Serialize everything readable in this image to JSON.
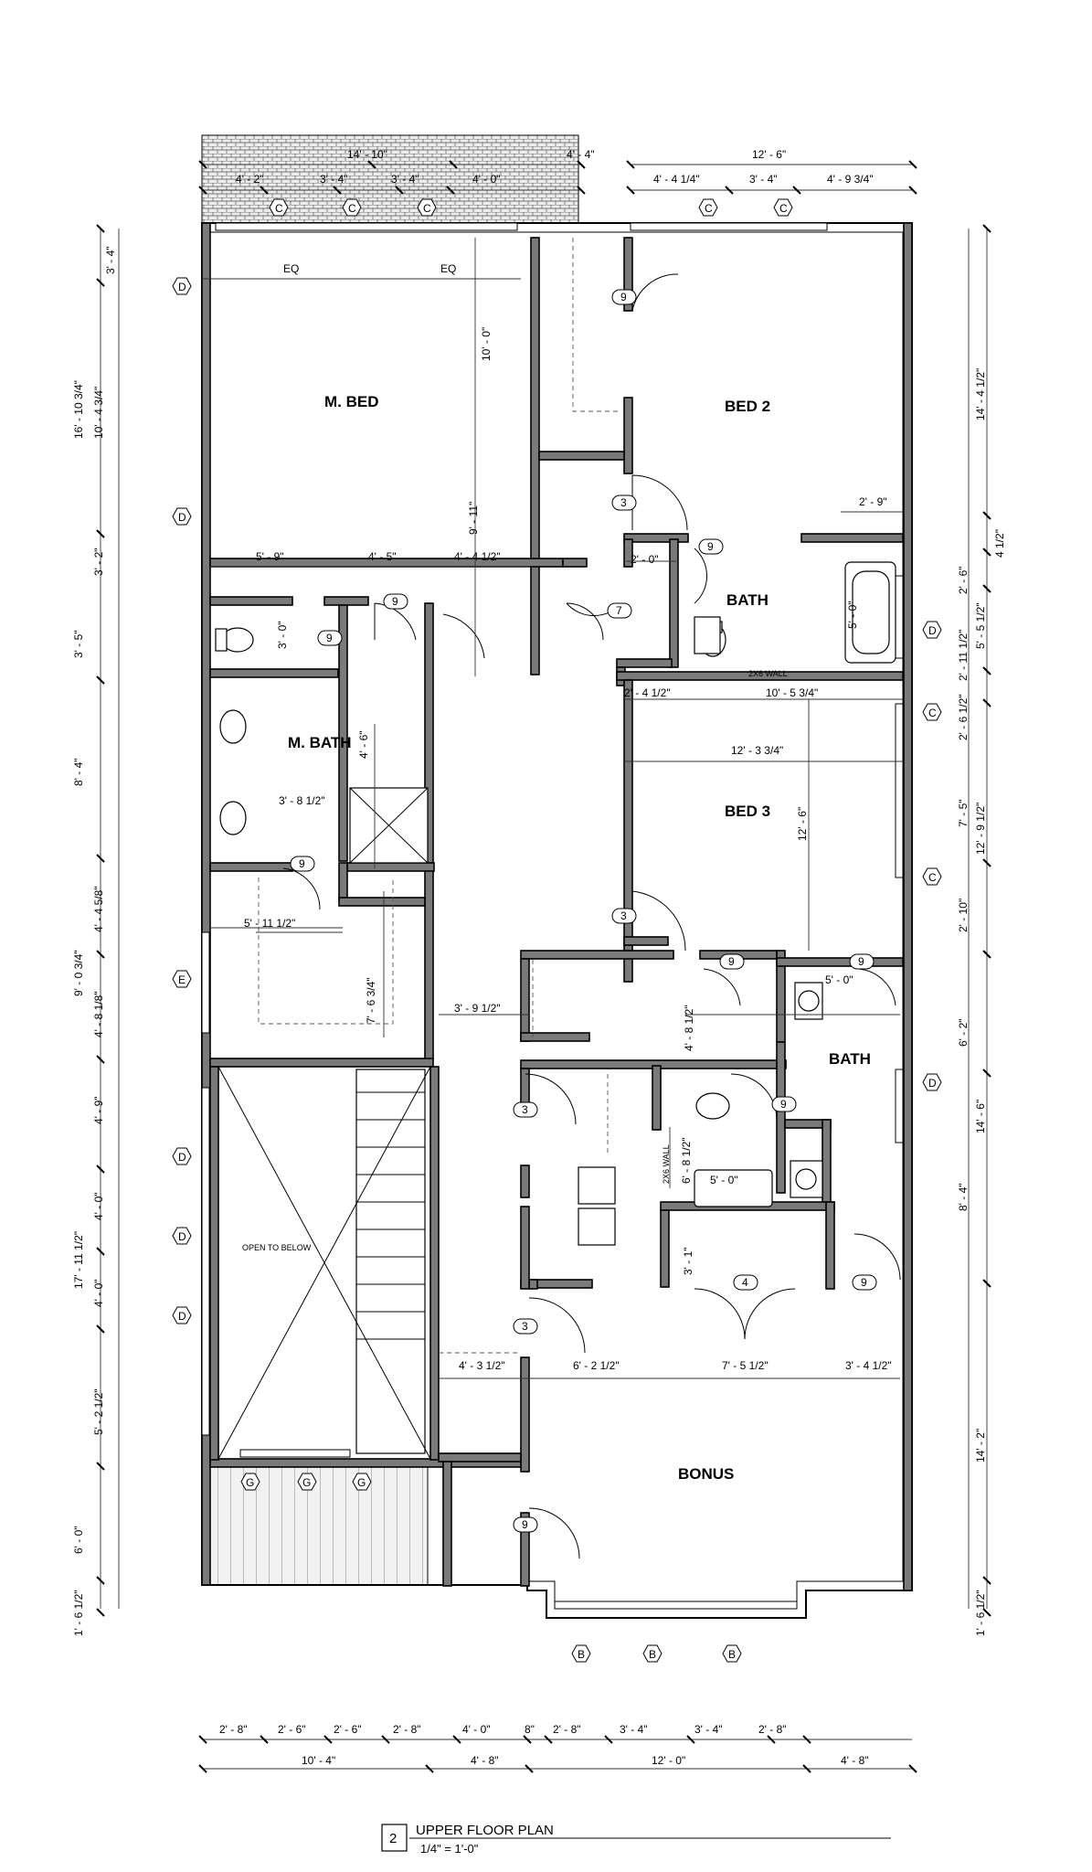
{
  "title_block": {
    "number": "2",
    "title": "UPPER FLOOR PLAN",
    "scale": "1/4\" = 1'-0\""
  },
  "rooms": {
    "m_bed": "M. BED",
    "bed_2": "BED 2",
    "bath_1": "BATH",
    "m_bath": "M. BATH",
    "bed_3": "BED 3",
    "bath_2": "BATH",
    "bonus": "BONUS",
    "open_to_below": "OPEN TO BELOW",
    "wall_2x6_h": "2X6 WALL",
    "wall_2x6_v": "2X6 WALL"
  },
  "dims": {
    "top_overall_left": "14' - 10\"",
    "top_4_2": "4' - 2\"",
    "top_3_4a": "3' - 4\"",
    "top_3_4b": "3' - 4\"",
    "top_4_0": "4' - 0\"",
    "top_4_4": "4' - 4\"",
    "top_12_6": "12' - 6\"",
    "top_4_4q": "4' - 4 1/4\"",
    "top_3_4c": "3' - 4\"",
    "top_4_9": "4' - 9 3/4\"",
    "eq1": "EQ",
    "eq2": "EQ",
    "mbed_10_0": "10' - 0\"",
    "mbed_9_11": "9' - 11\"",
    "mbed_5_9": "5' - 9\"",
    "mbed_4_5": "4' - 5\"",
    "mbed_4_4h": "4' - 4 1/2\"",
    "bed2_2_9": "2' - 9\"",
    "hall_2_0": "2' - 0\"",
    "bath_5_0": "5' - 0\"",
    "wc_3_0": "3' - 0\"",
    "mbath_4_6": "4' - 6\"",
    "mbath_3_8": "3' - 8 1/2\"",
    "bed3_2_4": "2' - 4 1/2\"",
    "bed3_10_5": "10' - 5 3/4\"",
    "bed3_12_3": "12' - 3 3/4\"",
    "bed3_12_6": "12' - 6\"",
    "closet_5_11": "5' - 11 1/2\"",
    "closet_7_6": "7' - 6 3/4\"",
    "hall_3_9": "3' - 9 1/2\"",
    "hall_4_8": "4' - 8 1/2\"",
    "bath2_5_0a": "5' - 0\"",
    "bath2_6_8": "6' - 8 1/2\"",
    "bath2_5_0b": "5' - 0\"",
    "closet_3_1": "3' - 1\"",
    "bonus_4_3": "4' - 3 1/2\"",
    "bonus_6_2": "6' - 2 1/2\"",
    "bonus_7_5": "7' - 5 1/2\"",
    "bonus_3_4": "3' - 4 1/2\"",
    "bot_2_8a": "2' - 8\"",
    "bot_2_6a": "2' - 6\"",
    "bot_2_6b": "2' - 6\"",
    "bot_2_8b": "2' - 8\"",
    "bot_4_0": "4' - 0\"",
    "bot_8": "8\"",
    "bot_2_8c": "2' - 8\"",
    "bot_3_4a": "3' - 4\"",
    "bot_3_4b": "3' - 4\"",
    "bot_2_8d": "2' - 8\"",
    "bot_10_4": "10' - 4\"",
    "bot_4_8a": "4' - 8\"",
    "bot_12_0": "12' - 0\"",
    "bot_4_8b": "4' - 8\"",
    "l_3_4": "3' - 4\"",
    "l_16_10": "16' - 10 3/4\"",
    "l_10_4": "10' - 4 3/4\"",
    "l_3_2": "3' - 2\"",
    "l_3_5": "3' - 5\"",
    "l_8_4": "8' - 4\"",
    "l_4_4": "4' - 4 5/8\"",
    "l_9_0": "9' - 0 3/4\"",
    "l_4_8": "4' - 8 1/8\"",
    "l_4_9": "4' - 9\"",
    "l_4_0a": "4' - 0\"",
    "l_17_11": "17' - 11 1/2\"",
    "l_4_0b": "4' - 0\"",
    "l_5_2": "5' - 2 1/2\"",
    "l_6_0": "6' - 0\"",
    "l_1_6": "1' - 6 1/2\"",
    "r_14_4": "14' - 4 1/2\"",
    "r_4": "4 1/2\"",
    "r_2_6": "2' - 6\"",
    "r_5_5": "5' - 5 1/2\"",
    "r_2_11": "2' - 11 1/2\"",
    "r_2_6h": "2' - 6 1/2\"",
    "r_7_5": "7' - 5\"",
    "r_12_9": "12' - 9 1/2\"",
    "r_2_10": "2' - 10\"",
    "r_6_2": "6' - 2\"",
    "r_14_6": "14' - 6\"",
    "r_8_4": "8' - 4\"",
    "r_14_2": "14' - 2\"",
    "r_1_6": "1' - 6 1/2\""
  },
  "tags": {
    "window_c": "C",
    "window_d": "D",
    "window_e": "E",
    "window_b": "B",
    "window_g": "G",
    "door_9": "9",
    "door_3": "3",
    "door_7": "7",
    "door_4": "4"
  }
}
